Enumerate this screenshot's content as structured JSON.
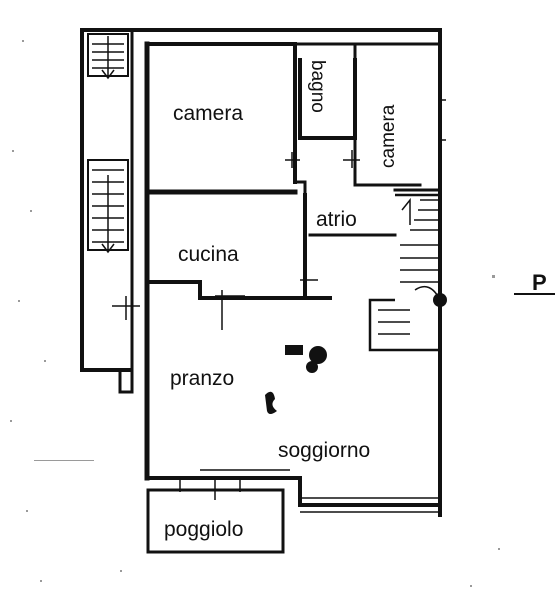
{
  "plan": {
    "floor_marker": "P",
    "rooms": {
      "camera_main": "camera",
      "bagno": "bagno",
      "camera_side": "camera",
      "atrio": "atrio",
      "cucina": "cucina",
      "pranzo": "pranzo",
      "soggiorno": "soggiorno",
      "poggiolo": "poggiolo"
    },
    "colors": {
      "ink": "#111111",
      "paper": "#ffffff"
    }
  }
}
